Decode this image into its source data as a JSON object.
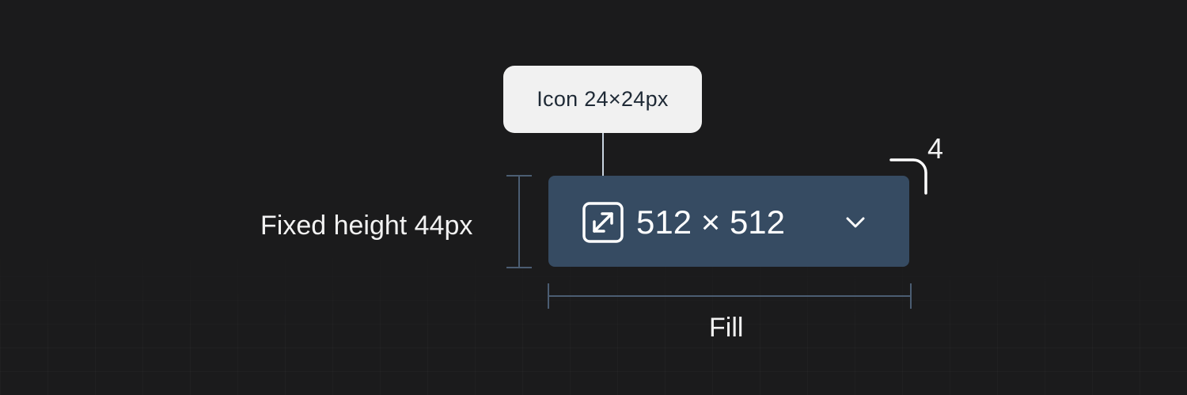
{
  "tooltip": {
    "text": "Icon 24×24px"
  },
  "select": {
    "value": "512 × 512",
    "icon": "resize-diagonal-icon",
    "trailing_icon": "chevron-down-icon",
    "background": "#364b62"
  },
  "annotations": {
    "height_label": "Fixed height 44px",
    "width_label": "Fill",
    "radius_label": "4"
  },
  "colors": {
    "background": "#1b1b1c",
    "tooltip_bg": "#f1f1f1",
    "tooltip_text": "#1f2a36",
    "dimension_lines": "#4b5d72",
    "connector": "#c9d4e0"
  }
}
